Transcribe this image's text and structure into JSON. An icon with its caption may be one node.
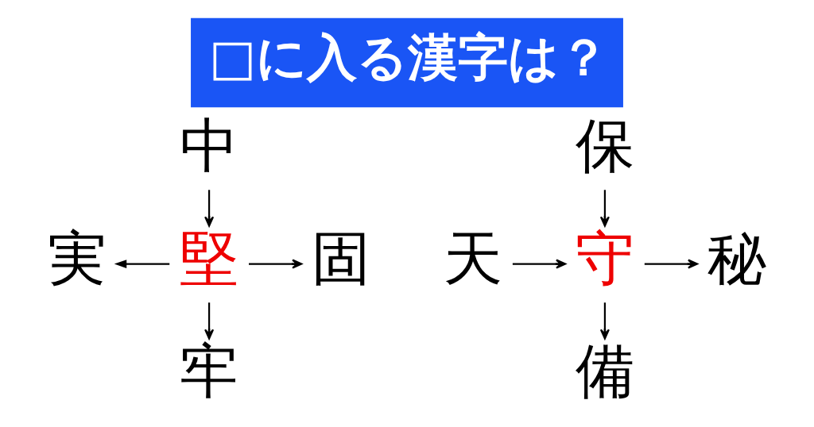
{
  "diagram": {
    "title": "□に入る漢字は？",
    "nodes": [
      {
        "text": [
          "中"
        ]
      },
      {
        "text": [
          "実"
        ]
      },
      {
        "text": [
          "堅"
        ]
      },
      {
        "text": [
          "固"
        ]
      },
      {
        "text": [
          "牢"
        ]
      },
      {
        "text": [
          "保"
        ]
      },
      {
        "text": [
          "天"
        ]
      },
      {
        "text": [
          "守"
        ]
      },
      {
        "text": [
          "秘"
        ]
      },
      {
        "text": [
          "備"
        ]
      }
    ],
    "edges": [
      {
        "from": 0,
        "to": 2,
        "arrow": "to"
      },
      {
        "from": 2,
        "to": 1,
        "arrow": "to"
      },
      {
        "from": 2,
        "to": 3,
        "arrow": "to"
      },
      {
        "from": 2,
        "to": 4,
        "arrow": "to"
      },
      {
        "from": 5,
        "to": 7,
        "arrow": "to"
      },
      {
        "from": 6,
        "to": 7,
        "arrow": "to"
      },
      {
        "from": 7,
        "to": 8,
        "arrow": "to"
      },
      {
        "from": 7,
        "to": 9,
        "arrow": "to"
      }
    ]
  }
}
